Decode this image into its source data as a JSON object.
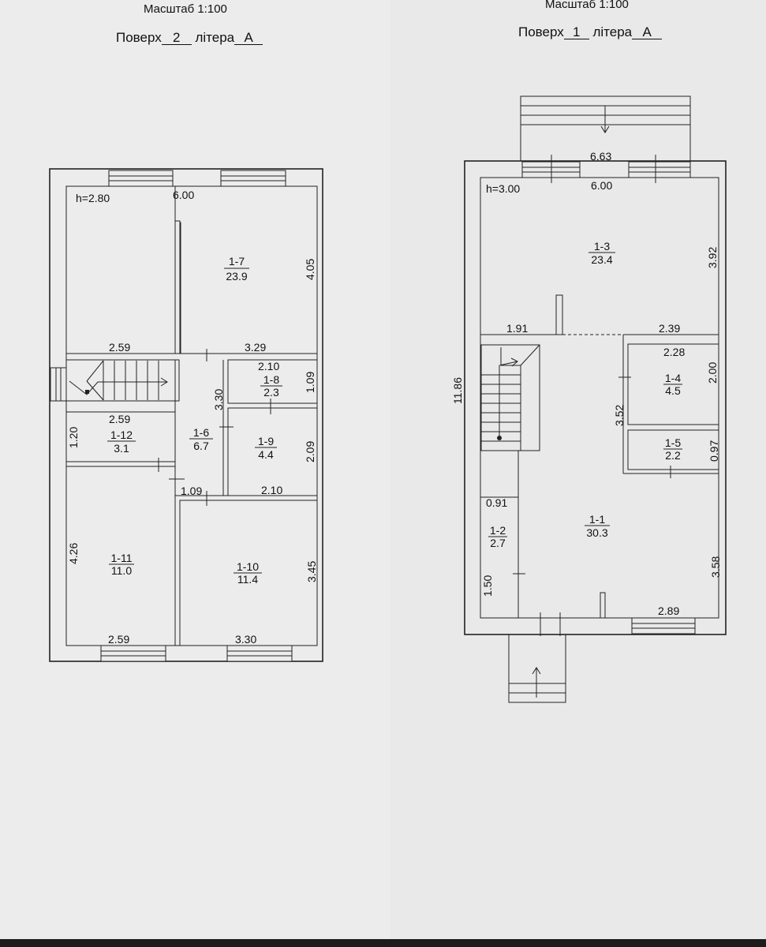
{
  "plan2": {
    "scale_label": "Масштаб 1:100",
    "floor_prefix": "Поверх",
    "floor_value": "2",
    "letter_prefix": "літера",
    "letter_value": "А",
    "height": "h=2.80",
    "dims": {
      "top": "6.00",
      "right_1_7": "4.05",
      "d259a": "2.59",
      "d329": "3.29",
      "d210a": "2.10",
      "d109a": "1.09",
      "d330v": "3.30",
      "d259b": "2.59",
      "d120": "1.20",
      "d209": "2.09",
      "d109b": "1.09",
      "d210b": "2.10",
      "d426": "4.26",
      "d345": "3.45",
      "d259c": "2.59",
      "d330h": "3.30"
    },
    "rooms": [
      {
        "id": "1-7",
        "area": "23.9"
      },
      {
        "id": "1-8",
        "area": "2.3"
      },
      {
        "id": "1-12",
        "area": "3.1"
      },
      {
        "id": "1-6",
        "area": "6.7"
      },
      {
        "id": "1-9",
        "area": "4.4"
      },
      {
        "id": "1-11",
        "area": "11.0"
      },
      {
        "id": "1-10",
        "area": "11.4"
      }
    ]
  },
  "plan1": {
    "scale_label": "Масштаб 1:100",
    "floor_prefix": "Поверх",
    "floor_value": "1",
    "letter_prefix": "літера",
    "letter_value": "А",
    "height": "h=3.00",
    "dims": {
      "d663": "6.63",
      "top": "6.00",
      "d392": "3.92",
      "d191": "1.91",
      "d239": "2.39",
      "d228": "2.28",
      "d200": "2.00",
      "d1186": "11.86",
      "d352": "3.52",
      "d097": "0.97",
      "d091": "0.91",
      "d358": "3.58",
      "d150": "1.50",
      "d289": "2.89"
    },
    "rooms": [
      {
        "id": "1-3",
        "area": "23.4"
      },
      {
        "id": "1-4",
        "area": "4.5"
      },
      {
        "id": "1-5",
        "area": "2.2"
      },
      {
        "id": "1-1",
        "area": "30.3"
      },
      {
        "id": "1-2",
        "area": "2.7"
      }
    ]
  }
}
